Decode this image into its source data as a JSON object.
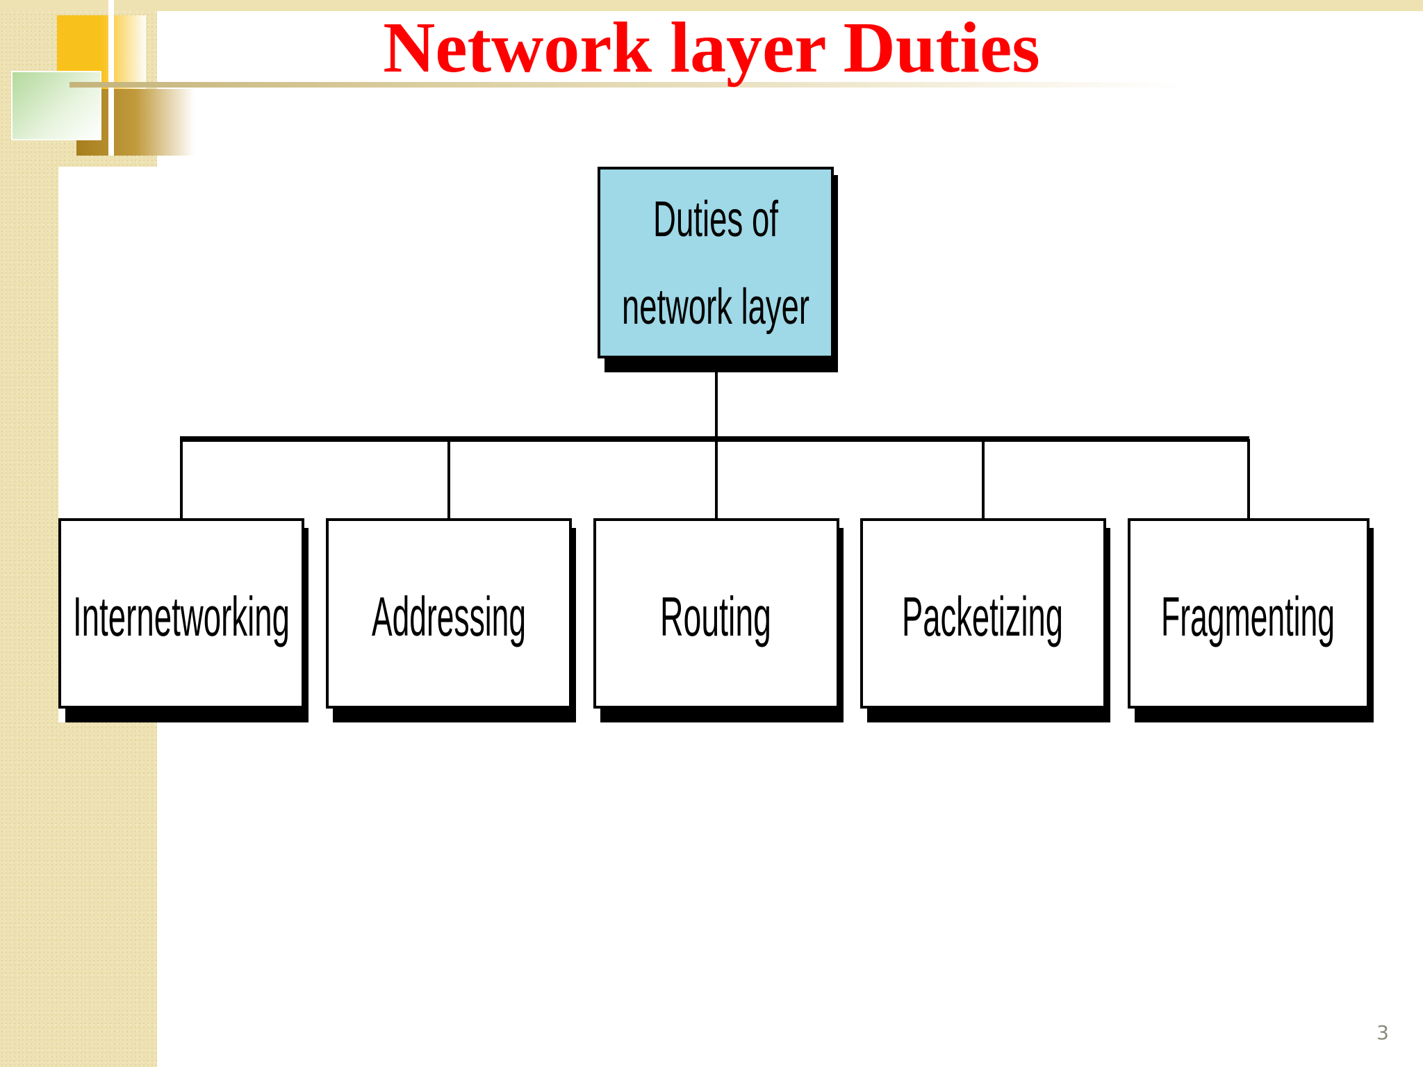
{
  "slide": {
    "title": "Network layer Duties",
    "page_number": "3"
  },
  "diagram": {
    "root": {
      "label_lines": [
        "Duties of",
        "network layer"
      ],
      "fill": "#9fd8e6"
    },
    "children": [
      {
        "label": "Internetworking"
      },
      {
        "label": "Addressing"
      },
      {
        "label": "Routing"
      },
      {
        "label": "Packetizing"
      },
      {
        "label": "Fragmenting"
      }
    ]
  },
  "colors": {
    "title": "#ff0000",
    "accent_yellow": "#f9c11b",
    "accent_brown": "#a77e1c",
    "accent_green": "#b3d99c",
    "background_band": "#eee2b3"
  }
}
